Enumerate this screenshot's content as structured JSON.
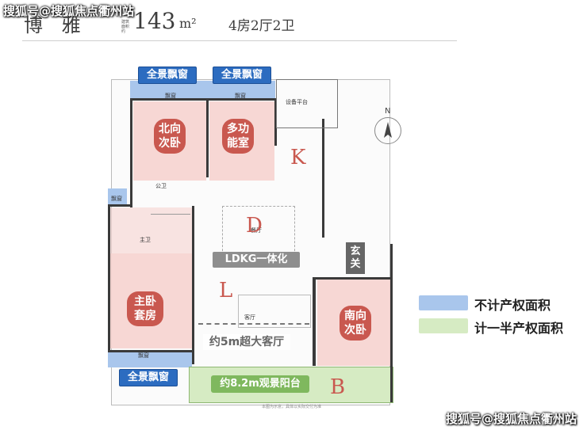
{
  "watermarks": {
    "top": "搜狐号@搜狐焦点衢州站",
    "bottom": "搜狐号@搜狐焦点衢州站"
  },
  "title": {
    "name": "博 雅",
    "area_note": "建筑面积约",
    "area": "143",
    "unit": "m²",
    "rooms": "4房2厅2卫"
  },
  "bay_windows": {
    "left": "全景飘窗",
    "right": "全景飘窗",
    "bottom": "全景飘窗"
  },
  "rooms": {
    "north_bedroom": "北向次卧",
    "multi_room": "多功能室",
    "master": "主卧套房",
    "south_bedroom": "南向次卧",
    "entry": "玄关"
  },
  "small_labels": {
    "bay1": "飘窗",
    "bay2": "飘窗",
    "bay3": "飘窗",
    "bay4": "飘窗",
    "equipment": "设备平台",
    "public_bath": "公卫",
    "master_bath": "主卫",
    "dining": "餐厅",
    "living": "客厅"
  },
  "letters": {
    "k": "K",
    "d": "D",
    "l": "L",
    "b": "B"
  },
  "banners": {
    "ldkg": "LDKG一体化",
    "living_span": "约5m超大客厅",
    "balcony": "约8.2m观景阳台"
  },
  "compass": {
    "label": "N"
  },
  "legend": [
    {
      "label": "不计产权面积",
      "color": "#a9c6ec"
    },
    {
      "label": "计一半产权面积",
      "color": "#d6ebc3"
    }
  ],
  "footnote": "本图为示意，具体以实际交付为准"
}
